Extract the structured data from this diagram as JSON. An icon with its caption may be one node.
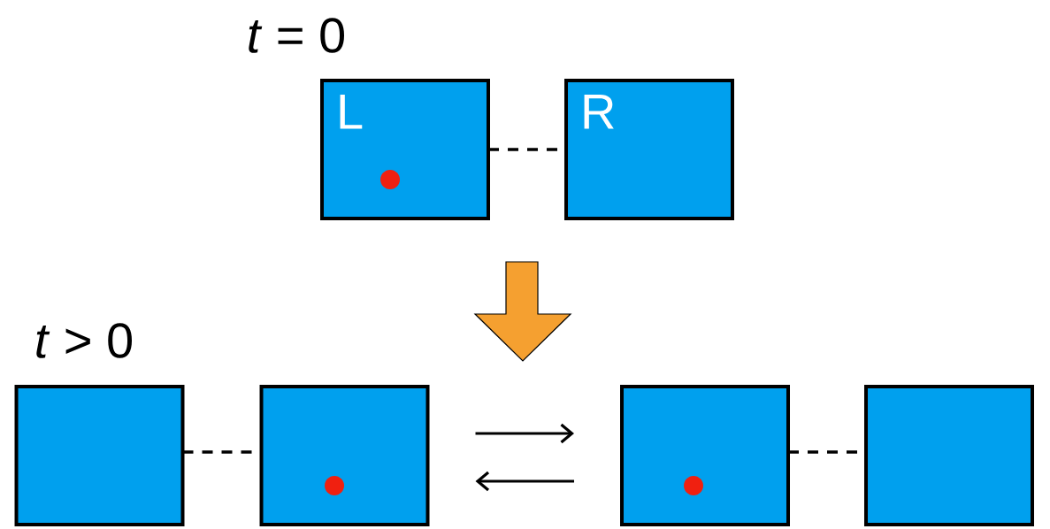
{
  "diagram": {
    "nodes": [
      {
        "text": [
          "L"
        ]
      },
      {
        "text": [
          "R"
        ]
      },
      {
        "text": [],
        "shape": "box"
      },
      {
        "text": [],
        "shape": "box"
      },
      {
        "text": [],
        "shape": "box"
      },
      {
        "text": [],
        "shape": "box"
      }
    ],
    "edges": [
      {
        "from": 0,
        "to": 1,
        "arrow": "none",
        "style": "dashed"
      },
      {
        "from": 2,
        "to": 3,
        "arrow": "none",
        "style": "dashed"
      },
      {
        "from": 3,
        "to": 4,
        "arrow": "to"
      },
      {
        "from": 4,
        "to": 3,
        "arrow": "to"
      },
      {
        "from": 4,
        "to": 5,
        "arrow": "none",
        "style": "dashed"
      }
    ],
    "labels": [
      "*t* = 0",
      "*t* > 0"
    ]
  }
}
